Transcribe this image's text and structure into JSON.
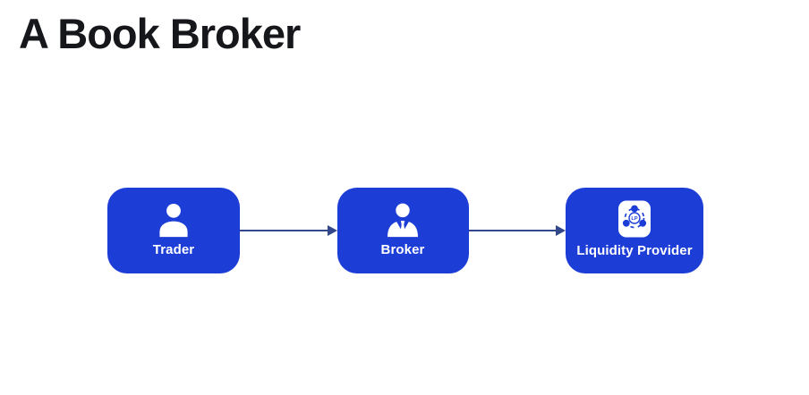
{
  "page": {
    "title": "A Book Broker",
    "background": "#ffffff"
  },
  "colors": {
    "node_blue": "#1d3ed6",
    "arrow_blue": "#33478c",
    "label_white": "#ffffff",
    "title_dark": "#16171a",
    "lp_icon_bg": "#ffffff"
  },
  "diagram": {
    "nodes": [
      {
        "id": "trader",
        "label": "Trader",
        "icon": "user-icon"
      },
      {
        "id": "broker",
        "label": "Broker",
        "icon": "businessman-icon"
      },
      {
        "id": "liquidity-provider",
        "label": "Liquidity Provider",
        "icon": "lp-network-icon",
        "icon_text": "LP"
      }
    ],
    "connections": [
      {
        "from": "Trader",
        "to": "Broker",
        "style": "arrow-right"
      },
      {
        "from": "Broker",
        "to": "Liquidity Provider",
        "style": "arrow-right"
      }
    ]
  }
}
